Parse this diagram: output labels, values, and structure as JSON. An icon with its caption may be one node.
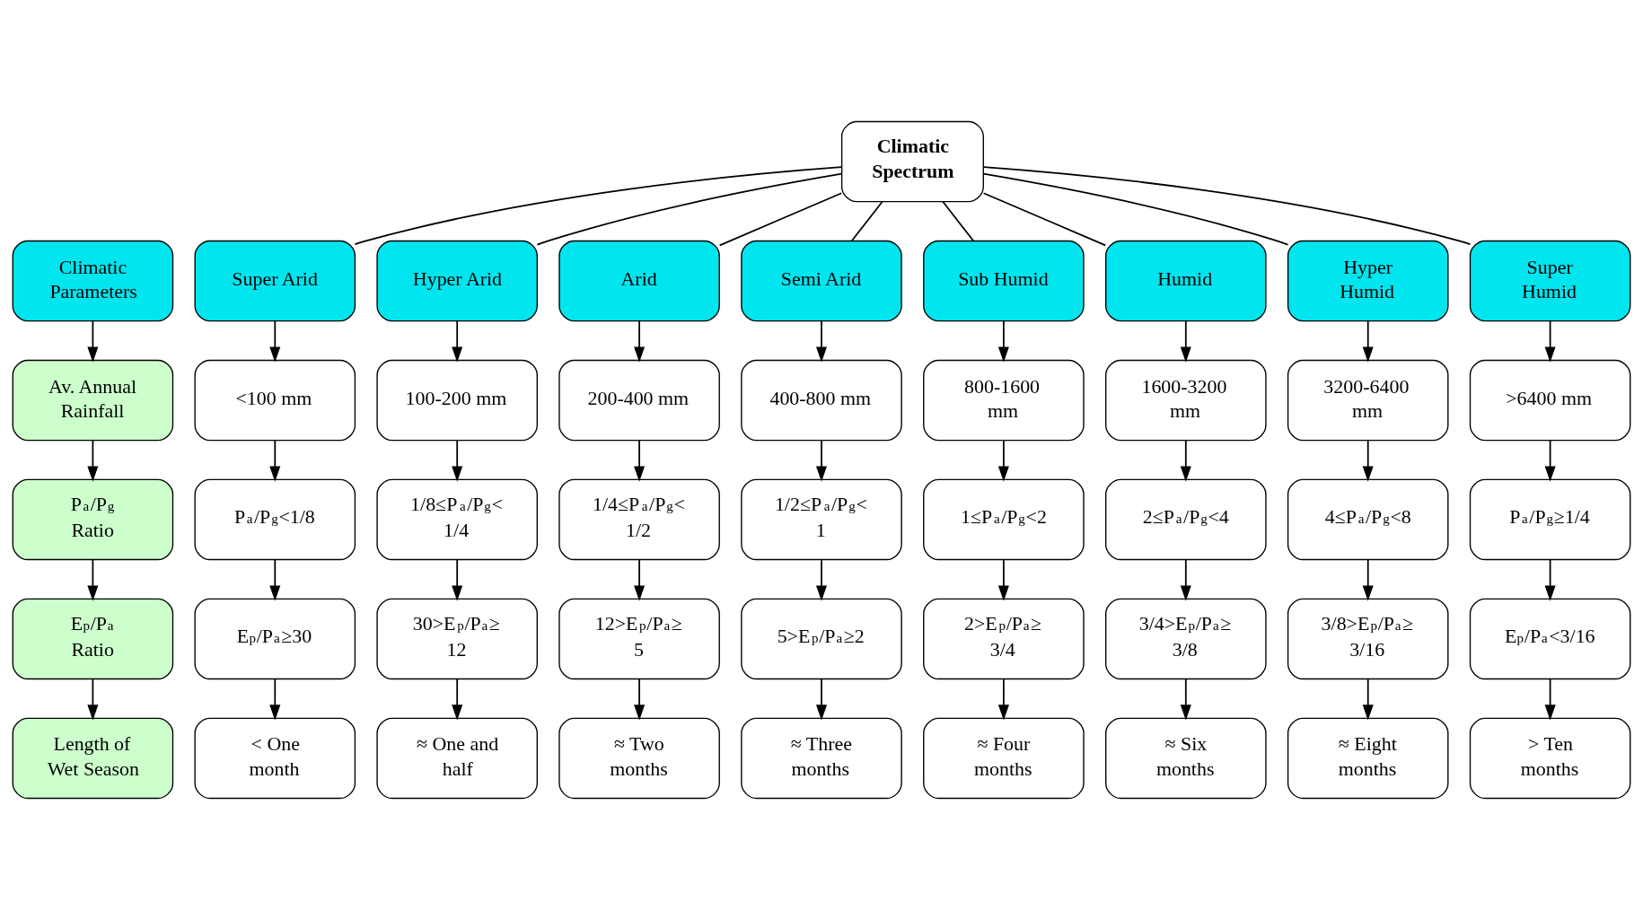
{
  "diagram": {
    "nodes": [
      {
        "text": [
          "Climatic Spectrum"
        ]
      },
      {
        "text": [
          "Climatic Parameters"
        ]
      },
      {
        "text": [
          "Super Arid"
        ]
      },
      {
        "text": [
          "Hyper Arid"
        ]
      },
      {
        "text": [
          "Arid"
        ]
      },
      {
        "text": [
          "Semi Arid"
        ]
      },
      {
        "text": [
          "Sub Humid"
        ]
      },
      {
        "text": [
          "Humid"
        ]
      },
      {
        "text": [
          "Hyper Humid"
        ]
      },
      {
        "text": [
          "Super Humid"
        ]
      },
      {
        "text": [
          "Av. Annual Rainfall"
        ]
      },
      {
        "text": [
          "<100 mm"
        ]
      },
      {
        "text": [
          "100-200 mm"
        ]
      },
      {
        "text": [
          "200-400 mm"
        ]
      },
      {
        "text": [
          "400-800 mm"
        ]
      },
      {
        "text": [
          "800-1600 mm"
        ]
      },
      {
        "text": [
          "1600-3200 mm"
        ]
      },
      {
        "text": [
          "3200-6400 mm"
        ]
      },
      {
        "text": [
          ">6400 mm"
        ]
      },
      {
        "text": [
          "P$_{a}$/P$_{g}$ Ratio"
        ]
      },
      {
        "text": [
          "P$_{a}$/P$_{g}$<1/8"
        ]
      },
      {
        "text": [
          "1/8≤P$_{a}$/P$_{g}$< 1/4"
        ]
      },
      {
        "text": [
          "1/4≤P$_{a}$/P$_{g}$< 1/2"
        ]
      },
      {
        "text": [
          "1/2≤P$_{a}$/P$_{g}$< 1"
        ]
      },
      {
        "text": [
          "1≤P$_{a}$/P$_{g}$<2"
        ]
      },
      {
        "text": [
          "2≤P$_{a}$/P$_{g}$<4"
        ]
      },
      {
        "text": [
          "4≤P$_{a}$/P$_{g}$<8"
        ]
      },
      {
        "text": [
          "P$_{a}$/P$_{g}$≥1/4"
        ]
      },
      {
        "text": [
          "E$_{p}$/P$_{a}$ Ratio"
        ]
      },
      {
        "text": [
          "E$_{p}$/P$_{a}$≥30"
        ]
      },
      {
        "text": [
          "30>E$_{p}$/P$_{a}$≥ 12"
        ]
      },
      {
        "text": [
          "12>E$_{p}$/P$_{a}$≥ 5"
        ]
      },
      {
        "text": [
          "5>E$_{p}$/P$_{a}$≥2"
        ]
      },
      {
        "text": [
          "2>E$_{p}$/P$_{a}$≥ 3/4"
        ]
      },
      {
        "text": [
          "3/4>E$_{p}$/P$_{a}$≥ 3/8"
        ]
      },
      {
        "text": [
          "3/8>E$_{p}$/P$_{a}$≥ 3/16"
        ]
      },
      {
        "text": [
          "E$_{p}$/P$_{a}$<3/16"
        ]
      },
      {
        "text": [
          "Length of Wet Season"
        ]
      },
      {
        "text": [
          "< One month"
        ]
      },
      {
        "text": [
          "≈ One and half"
        ]
      },
      {
        "text": [
          "≈ Two months"
        ]
      },
      {
        "text": [
          "≈ Three months"
        ]
      },
      {
        "text": [
          "≈ Four months"
        ]
      },
      {
        "text": [
          "≈ Six months"
        ]
      },
      {
        "text": [
          "≈ Eight months"
        ]
      },
      {
        "text": [
          "> Ten months"
        ]
      }
    ],
    "edges": [
      {
        "from": 0,
        "to": 2,
        "arrow": "none"
      },
      {
        "from": 0,
        "to": 3,
        "arrow": "none"
      },
      {
        "from": 0,
        "to": 4,
        "arrow": "none"
      },
      {
        "from": 0,
        "to": 5,
        "arrow": "none"
      },
      {
        "from": 0,
        "to": 6,
        "arrow": "none"
      },
      {
        "from": 0,
        "to": 7,
        "arrow": "none"
      },
      {
        "from": 0,
        "to": 8,
        "arrow": "none"
      },
      {
        "from": 0,
        "to": 9,
        "arrow": "none"
      },
      {
        "from": 1,
        "to": 10,
        "arrow": "to"
      },
      {
        "from": 2,
        "to": 11,
        "arrow": "to"
      },
      {
        "from": 3,
        "to": 12,
        "arrow": "to"
      },
      {
        "from": 4,
        "to": 13,
        "arrow": "to"
      },
      {
        "from": 5,
        "to": 14,
        "arrow": "to"
      },
      {
        "from": 6,
        "to": 15,
        "arrow": "to"
      },
      {
        "from": 7,
        "to": 16,
        "arrow": "to"
      },
      {
        "from": 8,
        "to": 17,
        "arrow": "to"
      },
      {
        "from": 9,
        "to": 18,
        "arrow": "to"
      },
      {
        "from": 10,
        "to": 19,
        "arrow": "to"
      },
      {
        "from": 11,
        "to": 20,
        "arrow": "to"
      },
      {
        "from": 12,
        "to": 21,
        "arrow": "to"
      },
      {
        "from": 13,
        "to": 22,
        "arrow": "to"
      },
      {
        "from": 14,
        "to": 23,
        "arrow": "to"
      },
      {
        "from": 15,
        "to": 24,
        "arrow": "to"
      },
      {
        "from": 16,
        "to": 25,
        "arrow": "to"
      },
      {
        "from": 17,
        "to": 26,
        "arrow": "to"
      },
      {
        "from": 18,
        "to": 27,
        "arrow": "to"
      },
      {
        "from": 19,
        "to": 28,
        "arrow": "to"
      },
      {
        "from": 20,
        "to": 29,
        "arrow": "to"
      },
      {
        "from": 21,
        "to": 30,
        "arrow": "to"
      },
      {
        "from": 22,
        "to": 31,
        "arrow": "to"
      },
      {
        "from": 23,
        "to": 32,
        "arrow": "to"
      },
      {
        "from": 24,
        "to": 33,
        "arrow": "to"
      },
      {
        "from": 25,
        "to": 34,
        "arrow": "to"
      },
      {
        "from": 26,
        "to": 35,
        "arrow": "to"
      },
      {
        "from": 27,
        "to": 36,
        "arrow": "to"
      },
      {
        "from": 28,
        "to": 37,
        "arrow": "to"
      },
      {
        "from": 29,
        "to": 38,
        "arrow": "to"
      },
      {
        "from": 30,
        "to": 39,
        "arrow": "to"
      },
      {
        "from": 31,
        "to": 40,
        "arrow": "to"
      },
      {
        "from": 32,
        "to": 41,
        "arrow": "to"
      },
      {
        "from": 33,
        "to": 42,
        "arrow": "to"
      },
      {
        "from": 34,
        "to": 43,
        "arrow": "to"
      },
      {
        "from": 35,
        "to": 44,
        "arrow": "to"
      },
      {
        "from": 36,
        "to": 45,
        "arrow": "to"
      }
    ]
  }
}
